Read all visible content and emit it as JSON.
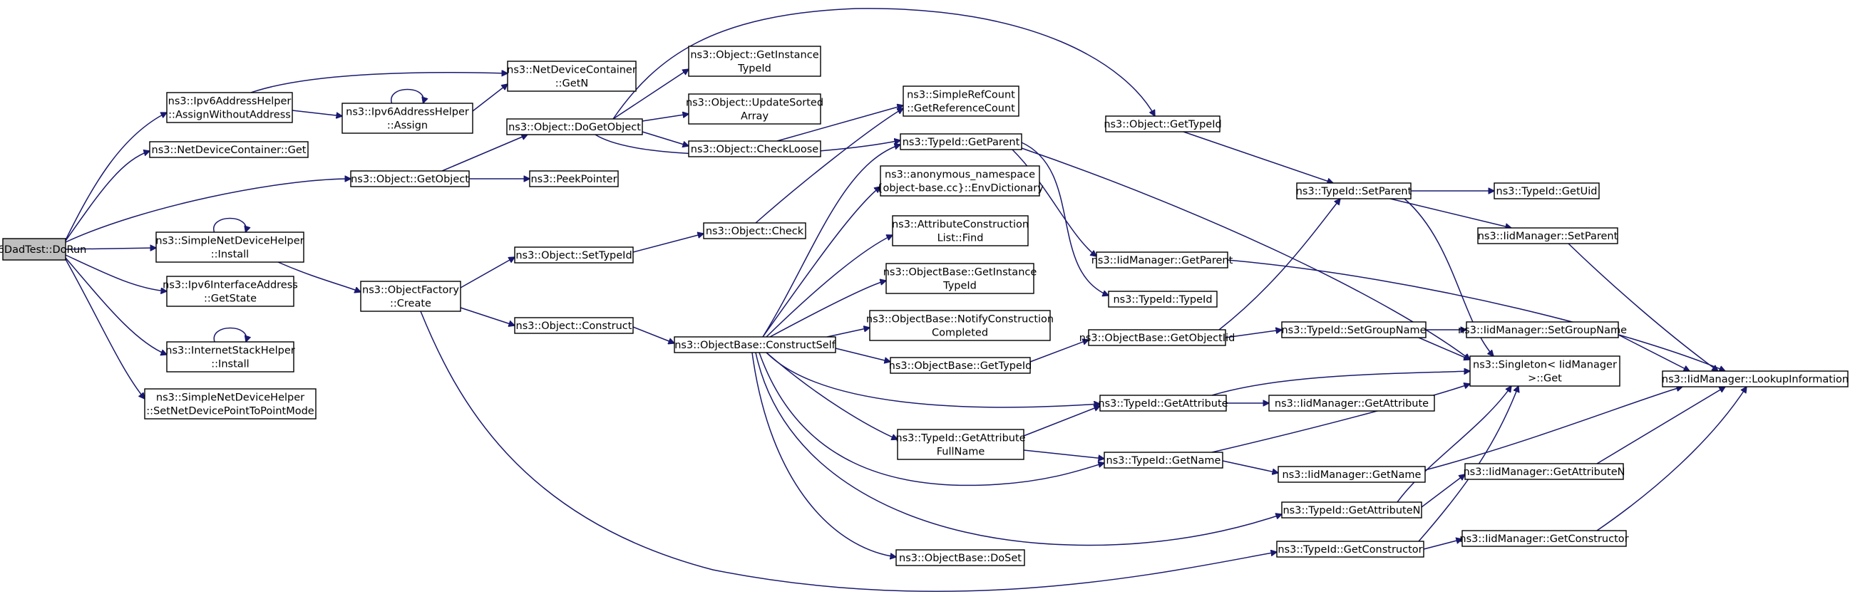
{
  "diagram": {
    "title": "Call graph",
    "edge_color": "#191970",
    "root_fill": "#bfbfbf",
    "nodes": [
      {
        "id": "n0",
        "lines": [
          "Ipv6DadTest::DoRun"
        ],
        "root": true
      },
      {
        "id": "n1",
        "lines": [
          "ns3::Ipv6AddressHelper",
          "::AssignWithoutAddress"
        ]
      },
      {
        "id": "n2",
        "lines": [
          "ns3::NetDeviceContainer::Get"
        ]
      },
      {
        "id": "n3",
        "lines": [
          "ns3::Object::GetObject"
        ]
      },
      {
        "id": "n4",
        "lines": [
          "ns3::SimpleNetDeviceHelper",
          "::Install"
        ]
      },
      {
        "id": "n5",
        "lines": [
          "ns3::Ipv6InterfaceAddress",
          "::GetState"
        ]
      },
      {
        "id": "n6",
        "lines": [
          "ns3::InternetStackHelper",
          "::Install"
        ]
      },
      {
        "id": "n7",
        "lines": [
          "ns3::SimpleNetDeviceHelper",
          "::SetNetDevicePointToPointMode"
        ]
      },
      {
        "id": "n8",
        "lines": [
          "ns3::Ipv6AddressHelper",
          "::Assign"
        ]
      },
      {
        "id": "n9",
        "lines": [
          "ns3::NetDeviceContainer",
          "::GetN"
        ]
      },
      {
        "id": "n10",
        "lines": [
          "ns3::Object::DoGetObject"
        ]
      },
      {
        "id": "n11",
        "lines": [
          "ns3::PeekPointer"
        ]
      },
      {
        "id": "n12",
        "lines": [
          "ns3::ObjectFactory",
          "::Create"
        ]
      },
      {
        "id": "n13",
        "lines": [
          "ns3::Object::SetTypeId"
        ]
      },
      {
        "id": "n14",
        "lines": [
          "ns3::Object::Construct"
        ]
      },
      {
        "id": "n15",
        "lines": [
          "ns3::Object::GetInstance",
          "TypeId"
        ]
      },
      {
        "id": "n16",
        "lines": [
          "ns3::Object::UpdateSorted",
          "Array"
        ]
      },
      {
        "id": "n17",
        "lines": [
          "ns3::Object::CheckLoose"
        ]
      },
      {
        "id": "n18",
        "lines": [
          "ns3::Object::Check"
        ]
      },
      {
        "id": "n19",
        "lines": [
          "ns3::ObjectBase::ConstructSelf"
        ]
      },
      {
        "id": "n20",
        "lines": [
          "ns3::SimpleRefCount",
          "::GetReferenceCount"
        ]
      },
      {
        "id": "n21",
        "lines": [
          "ns3::TypeId::GetParent"
        ]
      },
      {
        "id": "n22",
        "lines": [
          "ns3::anonymous_namespace",
          "{object-base.cc}::EnvDictionary"
        ]
      },
      {
        "id": "n23",
        "lines": [
          "ns3::AttributeConstruction",
          "List::Find"
        ]
      },
      {
        "id": "n24",
        "lines": [
          "ns3::ObjectBase::GetInstance",
          "TypeId"
        ]
      },
      {
        "id": "n25",
        "lines": [
          "ns3::ObjectBase::NotifyConstruction",
          "Completed"
        ]
      },
      {
        "id": "n26",
        "lines": [
          "ns3::ObjectBase::GetTypeId"
        ]
      },
      {
        "id": "n27",
        "lines": [
          "ns3::TypeId::GetAttribute",
          "FullName"
        ]
      },
      {
        "id": "n28",
        "lines": [
          "ns3::ObjectBase::DoSet"
        ]
      },
      {
        "id": "n29",
        "lines": [
          "ns3::Object::GetTypeId"
        ]
      },
      {
        "id": "n30",
        "lines": [
          "ns3::IidManager::GetParent"
        ]
      },
      {
        "id": "n31",
        "lines": [
          "ns3::TypeId::TypeId"
        ]
      },
      {
        "id": "n32",
        "lines": [
          "ns3::ObjectBase::GetObjectIid"
        ]
      },
      {
        "id": "n33",
        "lines": [
          "ns3::TypeId::GetAttribute"
        ]
      },
      {
        "id": "n34",
        "lines": [
          "ns3::TypeId::GetName"
        ]
      },
      {
        "id": "n35",
        "lines": [
          "ns3::TypeId::GetAttributeN"
        ]
      },
      {
        "id": "n36",
        "lines": [
          "ns3::TypeId::GetConstructor"
        ]
      },
      {
        "id": "n37",
        "lines": [
          "ns3::TypeId::SetParent"
        ]
      },
      {
        "id": "n38",
        "lines": [
          "ns3::TypeId::SetGroupName"
        ]
      },
      {
        "id": "n39",
        "lines": [
          "ns3::IidManager::GetAttribute"
        ]
      },
      {
        "id": "n40",
        "lines": [
          "ns3::IidManager::GetName"
        ]
      },
      {
        "id": "n41",
        "lines": [
          "ns3::TypeId::GetUid"
        ]
      },
      {
        "id": "n42",
        "lines": [
          "ns3::IidManager::SetParent"
        ]
      },
      {
        "id": "n43",
        "lines": [
          "ns3::Singleton< IidManager",
          " >::Get"
        ]
      },
      {
        "id": "n44",
        "lines": [
          "ns3::IidManager::SetGroupName"
        ]
      },
      {
        "id": "n45",
        "lines": [
          "ns3::IidManager::GetAttributeN"
        ]
      },
      {
        "id": "n46",
        "lines": [
          "ns3::IidManager::GetConstructor"
        ]
      },
      {
        "id": "n47",
        "lines": [
          "ns3::IidManager::LookupInformation"
        ]
      }
    ]
  }
}
